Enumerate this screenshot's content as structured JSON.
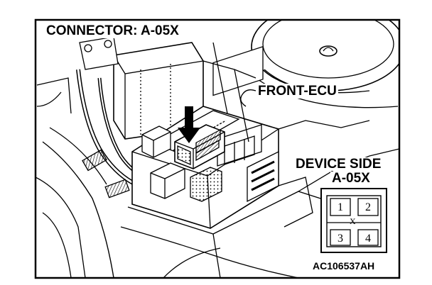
{
  "figure": {
    "title": "CONNECTOR: A-05X",
    "component_label": "FRONT-ECU",
    "connector_view_label": "DEVICE SIDE",
    "connector_id": "A-05X",
    "figure_code": "AC106537AH"
  },
  "connector": {
    "pins": [
      "1",
      "2",
      "3",
      "4"
    ],
    "key_mark": "X"
  },
  "colors": {
    "ink": "#000000",
    "paper": "#ffffff"
  }
}
